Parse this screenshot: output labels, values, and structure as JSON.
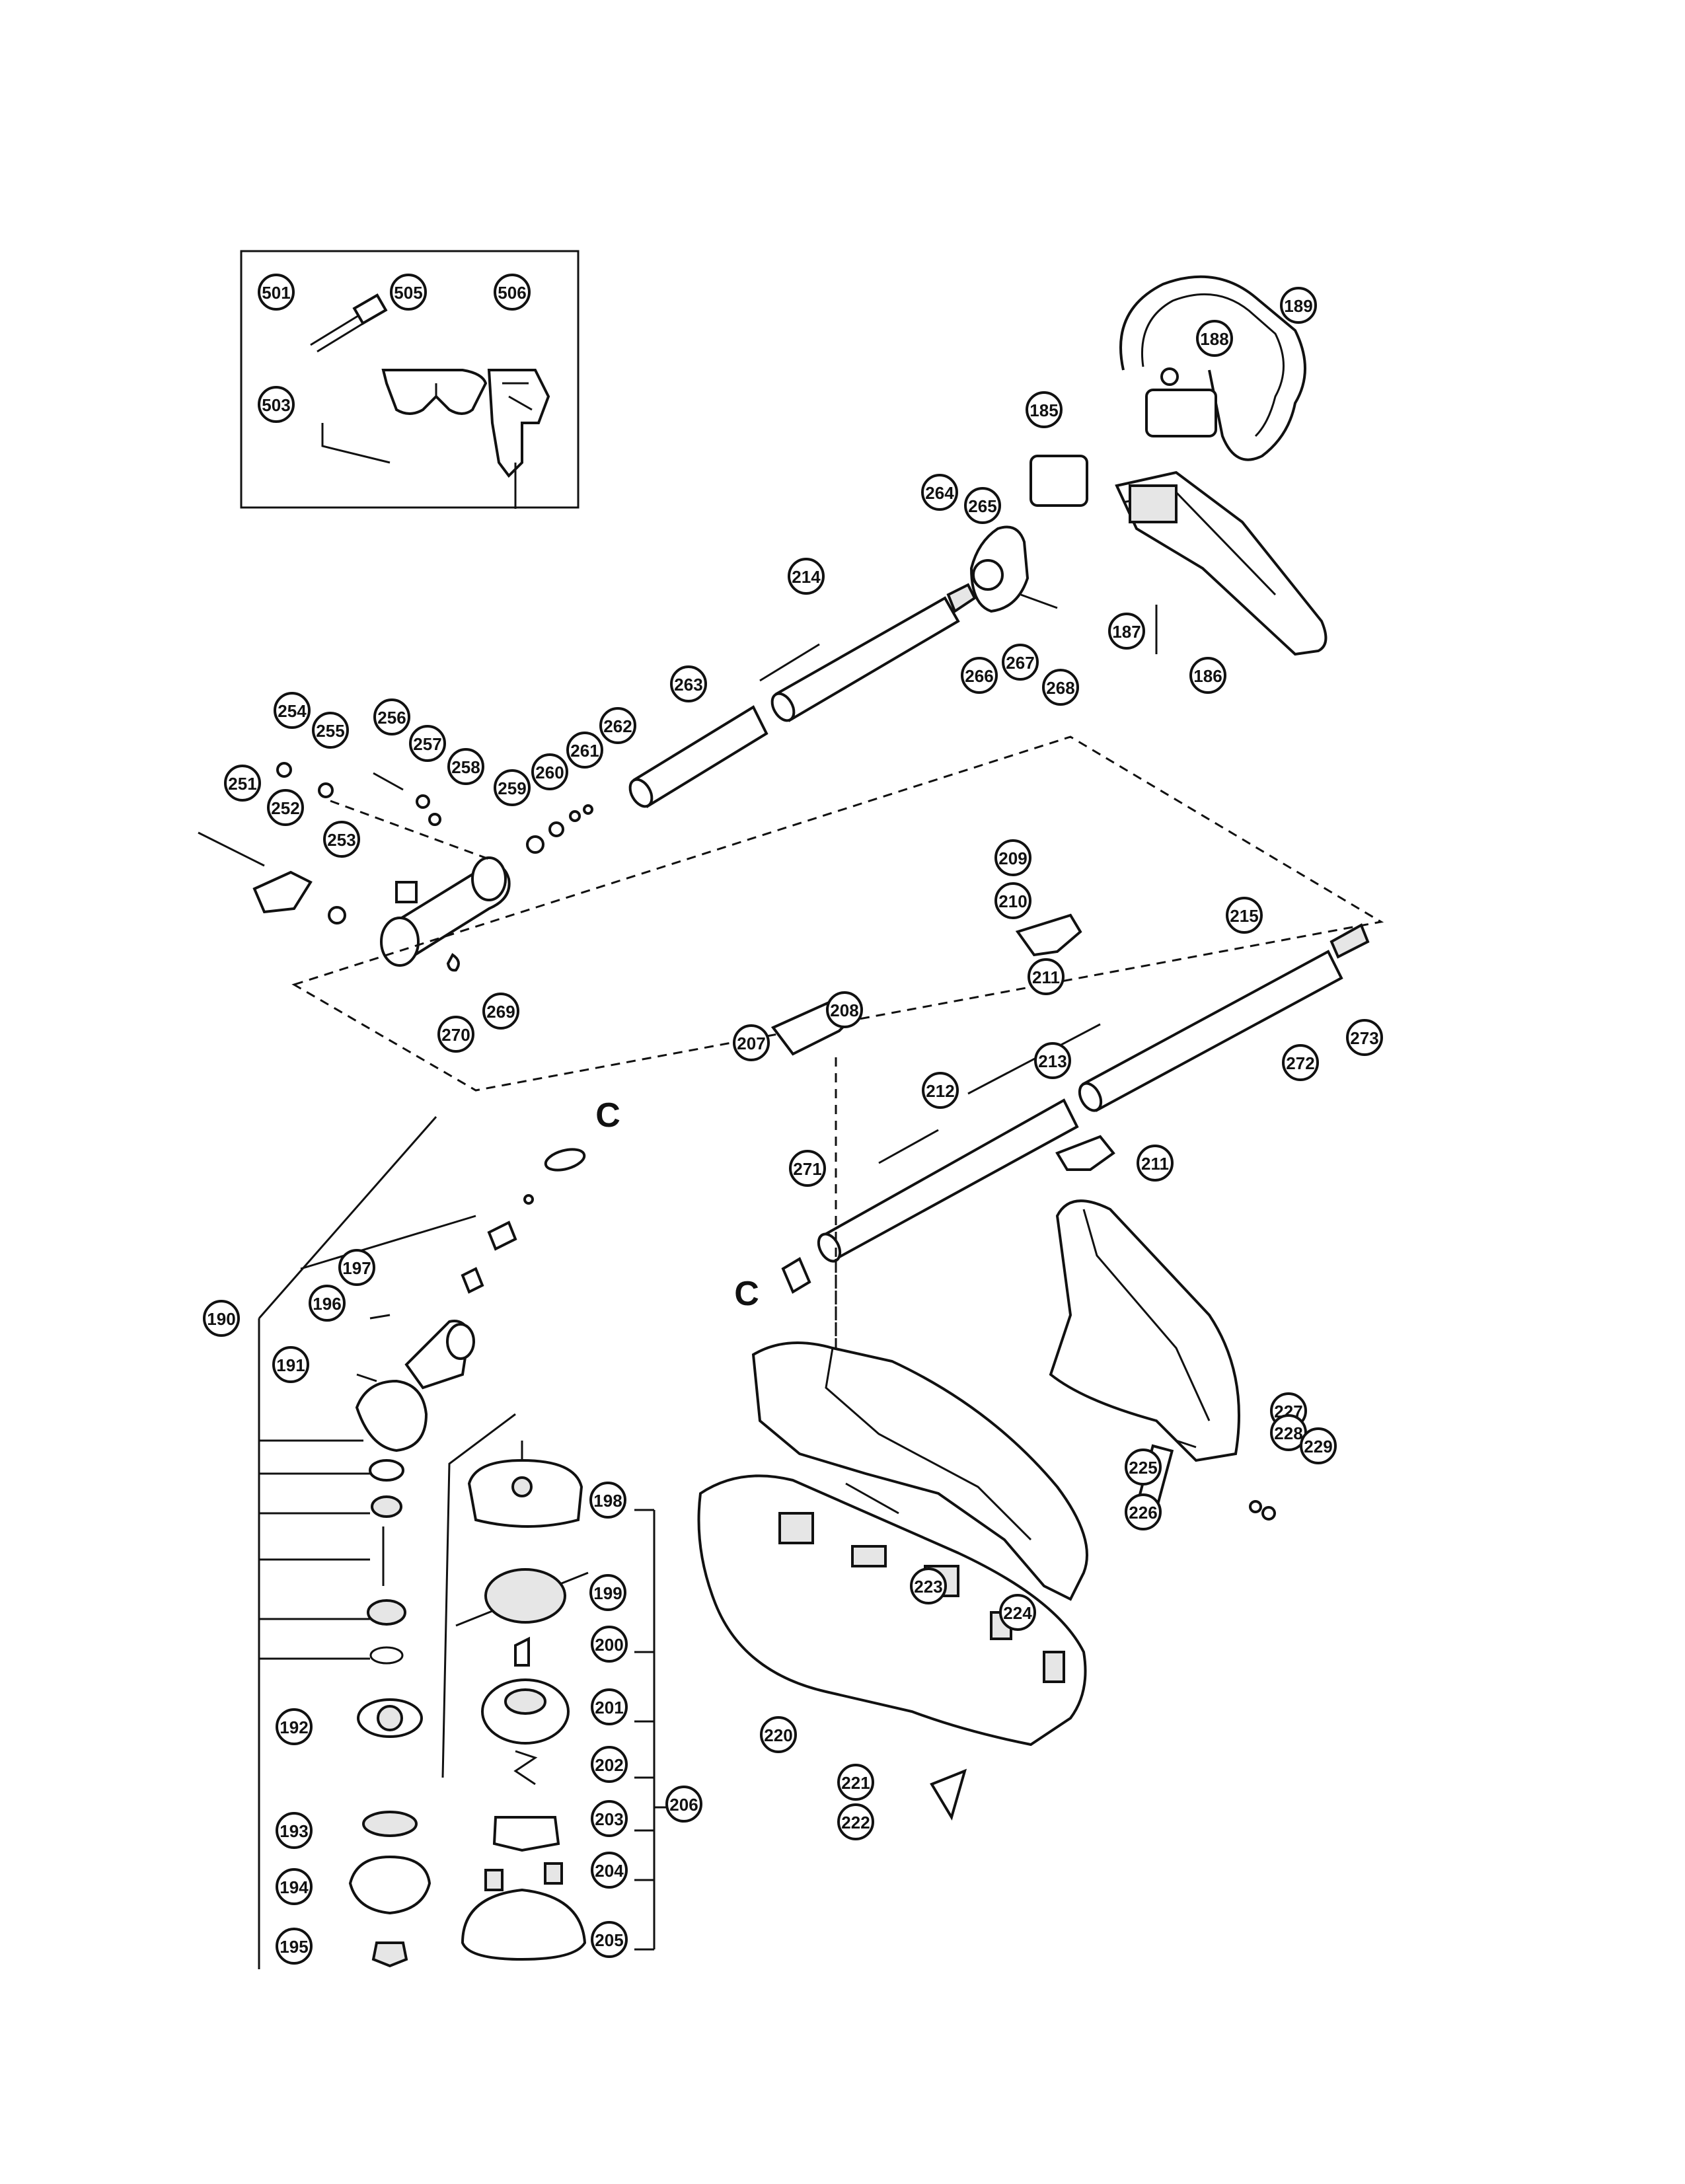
{
  "diagram": {
    "callouts": [
      {
        "label": "501"
      },
      {
        "label": "505"
      },
      {
        "label": "506"
      },
      {
        "label": "503"
      },
      {
        "label": "189"
      },
      {
        "label": "188"
      },
      {
        "label": "185"
      },
      {
        "label": "265"
      },
      {
        "label": "264"
      },
      {
        "label": "214"
      },
      {
        "label": "187"
      },
      {
        "label": "186"
      },
      {
        "label": "266"
      },
      {
        "label": "267"
      },
      {
        "label": "268"
      },
      {
        "label": "263"
      },
      {
        "label": "254"
      },
      {
        "label": "255"
      },
      {
        "label": "256"
      },
      {
        "label": "257"
      },
      {
        "label": "258"
      },
      {
        "label": "262"
      },
      {
        "label": "261"
      },
      {
        "label": "260"
      },
      {
        "label": "259"
      },
      {
        "label": "251"
      },
      {
        "label": "252"
      },
      {
        "label": "253"
      },
      {
        "label": "269"
      },
      {
        "label": "270"
      },
      {
        "label": "209"
      },
      {
        "label": "210"
      },
      {
        "label": "211"
      },
      {
        "label": "215"
      },
      {
        "label": "208"
      },
      {
        "label": "207"
      },
      {
        "label": "213"
      },
      {
        "label": "273"
      },
      {
        "label": "272"
      },
      {
        "label": "212"
      },
      {
        "label": "211"
      },
      {
        "label": "271"
      },
      {
        "label": "197"
      },
      {
        "label": "196"
      },
      {
        "label": "190"
      },
      {
        "label": "191"
      },
      {
        "label": "198"
      },
      {
        "label": "199"
      },
      {
        "label": "200"
      },
      {
        "label": "201"
      },
      {
        "label": "202"
      },
      {
        "label": "206"
      },
      {
        "label": "203"
      },
      {
        "label": "204"
      },
      {
        "label": "205"
      },
      {
        "label": "192"
      },
      {
        "label": "193"
      },
      {
        "label": "194"
      },
      {
        "label": "195"
      },
      {
        "label": "227"
      },
      {
        "label": "228"
      },
      {
        "label": "229"
      },
      {
        "label": "225"
      },
      {
        "label": "226"
      },
      {
        "label": "223"
      },
      {
        "label": "224"
      },
      {
        "label": "220"
      },
      {
        "label": "221"
      },
      {
        "label": "222"
      }
    ],
    "letters": [
      {
        "text": "C"
      },
      {
        "text": "C"
      }
    ]
  }
}
